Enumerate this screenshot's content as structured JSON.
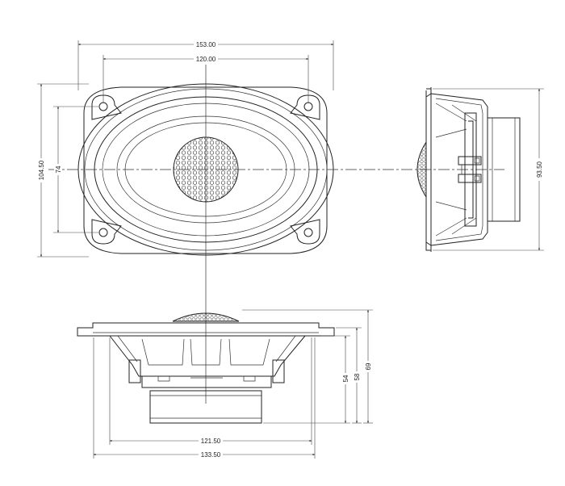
{
  "dimensions": {
    "front_width": "153.00",
    "front_bolt_spacing": "120.00",
    "front_height": "104.50",
    "front_bolt_vertical": "74",
    "side_height": "93.50",
    "bottom_depth_motor": "54",
    "bottom_depth_frame": "58",
    "bottom_depth_total": "69",
    "bottom_cutout_width": "121.50",
    "bottom_overall_width": "133.50"
  },
  "colors": {
    "line": "#222222",
    "background": "#ffffff"
  }
}
